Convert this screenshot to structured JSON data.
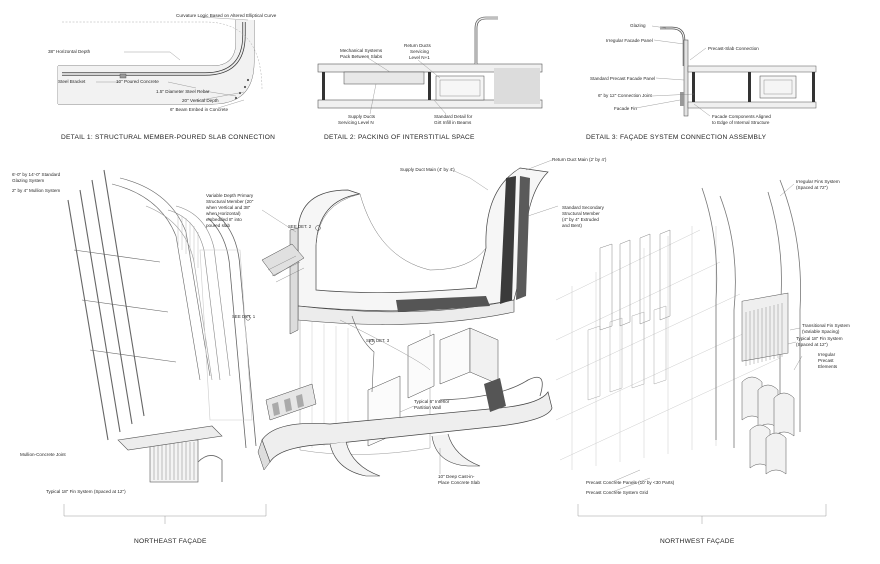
{
  "details": {
    "d1": {
      "title": "DETAIL 1: STRUCTURAL MEMBER-POURED SLAB CONNECTION",
      "labels": {
        "curvature": "Curvature Logic Based on Altered Elliptical Curve",
        "horizontal_depth": "38\" Horizontal Depth",
        "steel_bracket": "Steel Bracket",
        "poured_concrete": "10\" Poured Concrete",
        "steel_rebar": "1.5\" Diameter Steel Rebar",
        "vertical_depth": "20\" Vertical Depth",
        "beam_embed": "6\" Beam Embed in Concrete"
      }
    },
    "d2": {
      "title": "DETAIL 2: PACKING OF INTERSTITIAL SPACE",
      "labels": {
        "mech_1": "Mechanical Systems",
        "mech_2": "Pack Between Slabs",
        "return_1": "Return Ducts",
        "return_2": "Servicing",
        "return_3": "Level N+1",
        "supply_1": "Supply Ducts",
        "supply_2": "Servicing Level N",
        "std_1": "Standard Detail for",
        "std_2": "Girt Infill in Beams"
      }
    },
    "d3": {
      "title": "DETAIL 3: FAÇADE SYSTEM CONNECTION ASSEMBLY",
      "labels": {
        "glazing": "Glazing",
        "irregular_panel": "Irregular Facade Panel",
        "precast_slab": "Precast-Slab Connection",
        "standard_panel": "Standard Precast Facade Panel",
        "connection_joint": "6\" by 12\" Connection Joint",
        "facade_fin": "Facade Fin",
        "aligned_1": "Facade Components Aligned",
        "aligned_2": "to Edge of Internal Structure"
      }
    }
  },
  "ne": {
    "title": "NORTHEAST FAÇADE",
    "labels": {
      "glazing_1": "6'-0\" by 14'-0\" Standard",
      "glazing_2": "Glazing System",
      "mullion": "2\" by 4\" Mullion System",
      "mullion_joint": "Mullion-Concrete Joint",
      "fin_system": "Typical 18\" Fin System (Spaced at 12\")"
    }
  },
  "center": {
    "labels": {
      "supply_main": "Supply Duct Main (4' by 4')",
      "return_main": "Return Duct Main (2' by 4')",
      "primary_1": "Variable Depth Primary",
      "primary_2": "Structural Member (20\"",
      "primary_3": "when Vertical and 38\"",
      "primary_4": "when Horizontal)",
      "primary_5": "embedded 8\" into",
      "primary_6": "poured slab",
      "secondary_1": "Standard Secondary",
      "secondary_2": "Structural Member",
      "secondary_3": "(4\" by 4\" Extruded",
      "secondary_4": "and Bent)",
      "interior_1": "Typical 6\" Interior",
      "interior_2": "Partition Wall",
      "slab_1": "10\" Deep Cast-in-",
      "slab_2": "Place Concrete Slab"
    },
    "tags": {
      "det2": "SEE DET. 2",
      "det1": "SEE DET. 1",
      "det3": "SEE DET. 3"
    }
  },
  "nw": {
    "title": "NORTHWEST FAÇADE",
    "labels": {
      "irregular_fin_1": "Irregular Fins System",
      "irregular_fin_2": "(Spaced at 72\")",
      "transitional_1": "Transitional Fin System",
      "transitional_2": "(Variable Spacing)",
      "typical_fin_1": "Typical 18\" Fin System",
      "typical_fin_2": "(Spaced at 12\")",
      "irregular_precast_1": "Irregular",
      "irregular_precast_2": "Precast",
      "irregular_precast_3": "Elements",
      "panels": "Precast Concrete Panels (10' by <30 Parts)",
      "grid": "Precast Concrete System Grid"
    }
  }
}
